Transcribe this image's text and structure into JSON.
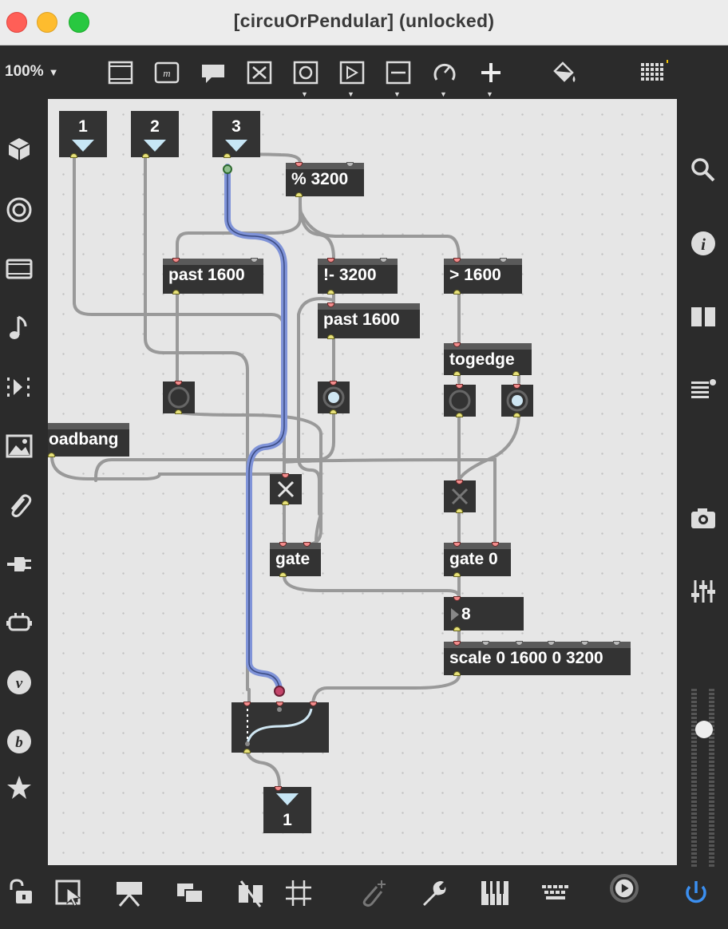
{
  "window": {
    "title": "[circuOrPendular] (unlocked)"
  },
  "toolbar": {
    "zoom": "100%",
    "icons": [
      "presentation-frame-icon",
      "message-box-icon",
      "comment-icon",
      "toggle-icon",
      "button-icon",
      "playbar-icon",
      "slider-icon",
      "dial-icon",
      "add-object-icon",
      "format-paint-icon",
      "grid-matrix-icon"
    ]
  },
  "left_sidebar": {
    "icons": [
      "cube-icon",
      "target-icon",
      "video-icon",
      "music-note-icon",
      "sequence-icon",
      "image-icon",
      "paperclip-icon",
      "plug-icon",
      "connector-icon",
      "vst-icon",
      "bpatcher-icon",
      "star-icon"
    ]
  },
  "right_sidebar": {
    "icons": [
      "search-icon",
      "info-icon",
      "split-view-icon",
      "list-icon",
      "camera-icon",
      "mixer-icon",
      "volume-slider-icon"
    ]
  },
  "bottom_bar": {
    "icons": [
      "lock-icon",
      "select-icon",
      "presentation-icon",
      "windows-icon",
      "hide-cables-icon",
      "grid-icon",
      "add-attachment-icon",
      "wrench-icon",
      "piano-icon",
      "keyboard-icon",
      "play-icon",
      "power-icon"
    ]
  },
  "patch": {
    "inlets": [
      {
        "number": "1"
      },
      {
        "number": "2"
      },
      {
        "number": "3"
      }
    ],
    "outlet": {
      "number": "1"
    },
    "objects": {
      "mod": "% 3200",
      "past_left": "past 1600",
      "minus": "!- 3200",
      "past_mid": "past 1600",
      "greater": "> 1600",
      "togedge": "togedge",
      "loadbang": "oadbang",
      "gate_left": "gate",
      "gate_right": "gate 0",
      "number": "8",
      "scale": "scale 0 1600 0 3200"
    }
  },
  "colors": {
    "selected_cable": "#7f93d8",
    "inlet": "#f28c8c",
    "outlet": "#e6e07a",
    "canvas": "#e6e6e6",
    "object": "#333333"
  }
}
